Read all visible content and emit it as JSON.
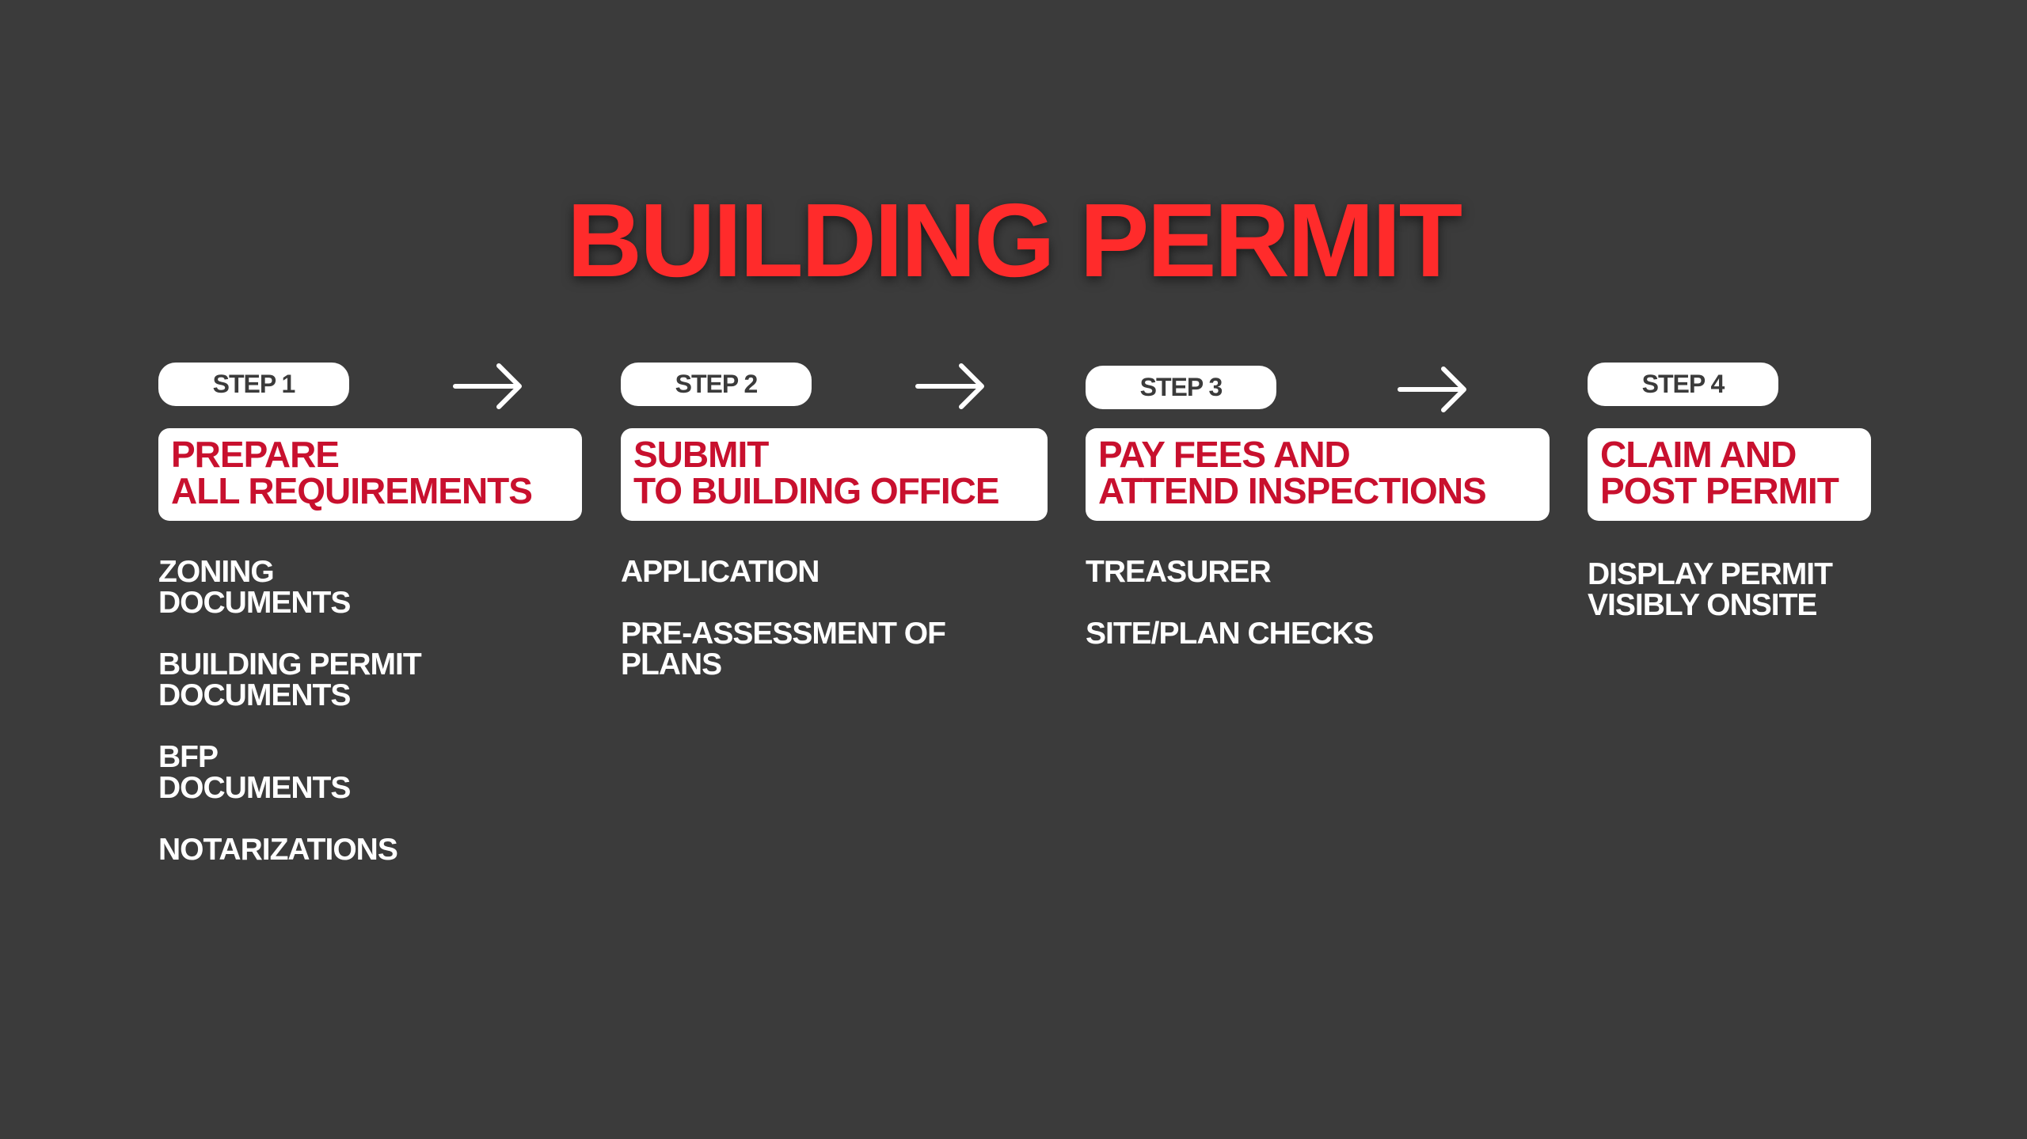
{
  "title": "BUILDING PERMIT",
  "steps": [
    {
      "label": "STEP 1",
      "heading": "PREPARE\nALL REQUIREMENTS",
      "items": [
        "ZONING\nDOCUMENTS",
        "BUILDING PERMIT\nDOCUMENTS",
        "BFP\nDOCUMENTS",
        "NOTARIZATIONS"
      ]
    },
    {
      "label": "STEP 2",
      "heading": "SUBMIT\nTO BUILDING OFFICE",
      "items": [
        "APPLICATION",
        "PRE-ASSESSMENT OF\nPLANS"
      ]
    },
    {
      "label": "STEP 3",
      "heading": "PAY FEES AND\nATTEND INSPECTIONS",
      "items": [
        "TREASURER",
        "SITE/PLAN CHECKS"
      ]
    },
    {
      "label": "STEP 4",
      "heading": "CLAIM AND\nPOST PERMIT",
      "items": [
        "DISPLAY PERMIT\nVISIBLY ONSITE"
      ]
    }
  ],
  "colors": {
    "background": "#3b3b3b",
    "title": "#ff2b2b",
    "heading": "#c8102e"
  },
  "icons": [
    "arrow-right-icon"
  ]
}
